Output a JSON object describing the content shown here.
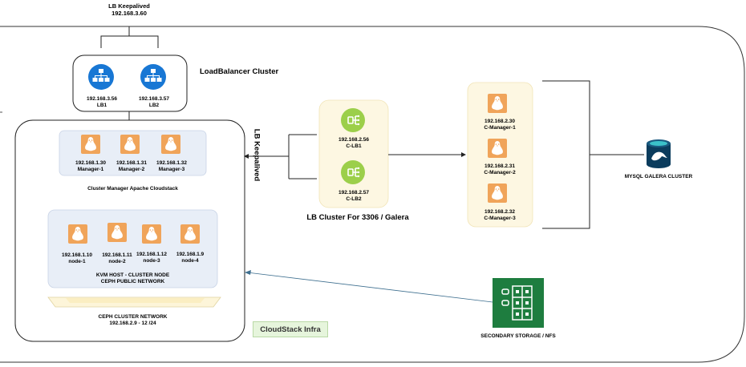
{
  "top_keepalived": {
    "title": "LB Keepalived",
    "ip": "192.168.3.60"
  },
  "lb_cluster": {
    "title": "LoadBalancer Cluster",
    "nodes": [
      {
        "ip": "192.168.3.56",
        "name": "LB1"
      },
      {
        "ip": "192.168.3.57",
        "name": "LB2"
      }
    ]
  },
  "side_keepalived": "LB Keepalived",
  "managers": {
    "title": "Cluster Manager Apache Cloudstack",
    "nodes": [
      {
        "ip": "192.168.1.30",
        "name": "Manager-1"
      },
      {
        "ip": "192.168.1.31",
        "name": "Manager-2"
      },
      {
        "ip": "192.168.1.32",
        "name": "Manager-3"
      }
    ]
  },
  "kvm": {
    "title_line1": "KVM HOST - CLUSTER NODE",
    "title_line2": "CEPH PUBLIC NETWORK",
    "nodes": [
      {
        "ip": "192.168.1.10",
        "name": "node-1"
      },
      {
        "ip": "192.168.1.11",
        "name": "node-2"
      },
      {
        "ip": "192.168.1.12",
        "name": "node-3"
      },
      {
        "ip": "192.168.1.9",
        "name": "node-4"
      }
    ]
  },
  "ceph": {
    "title": "CEPH CLUSTER NETWORK",
    "range": "192.168.2.9 - 12 /24"
  },
  "cloudstack_label": "CloudStack Infra",
  "galera_lb": {
    "title": "LB Cluster For 3306 / Galera",
    "nodes": [
      {
        "ip": "192.168.2.56",
        "name": "C-LB1"
      },
      {
        "ip": "192.168.2.57",
        "name": "C-LB2"
      }
    ]
  },
  "c_managers": {
    "nodes": [
      {
        "ip": "192.168.2.30",
        "name": "C-Manager-1"
      },
      {
        "ip": "192.168.2.31",
        "name": "C-Manager-2"
      },
      {
        "ip": "192.168.2.32",
        "name": "C-Manager-3"
      }
    ]
  },
  "mysql": {
    "title": "MYSQL GALERA CLUSTER"
  },
  "storage": {
    "title": "SECONDARY STORAGE / NFS"
  },
  "colors": {
    "network_blue": "#1877d4",
    "lb_green": "#9ccf4a",
    "linux_orange": "#f0a45a",
    "storage_green": "#1e7d3f",
    "cloudstack_bg": "#e6f5dc"
  }
}
